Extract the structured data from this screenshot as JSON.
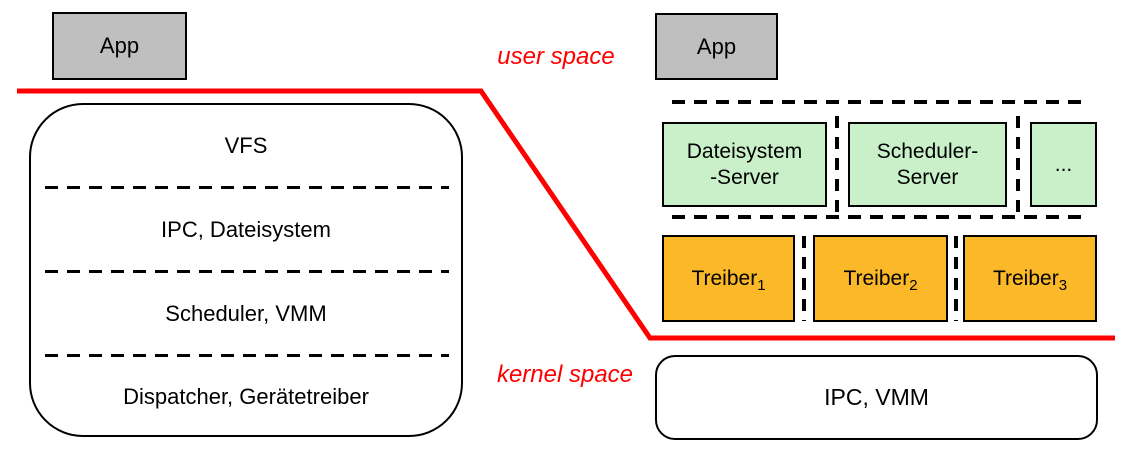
{
  "labels": {
    "user_space": "user space",
    "kernel_space": "kernel space"
  },
  "colors": {
    "boundary_red": "#ff0000",
    "app_gray": "#bfbfbf",
    "server_green": "#c9f0c9",
    "driver_orange": "#fbb829",
    "border_black": "#000000"
  },
  "monolith": {
    "app_label": "App",
    "layers": [
      "VFS",
      "IPC, Dateisystem",
      "Scheduler, VMM",
      "Dispatcher, Gerätetreiber"
    ]
  },
  "microkernel": {
    "app_label": "App",
    "servers": [
      {
        "line1": "Dateisystem",
        "line2": "-Server"
      },
      {
        "line1": "Scheduler-",
        "line2": "Server"
      },
      {
        "line1": "..."
      }
    ],
    "drivers": [
      {
        "base": "Treiber",
        "sub": "1"
      },
      {
        "base": "Treiber",
        "sub": "2"
      },
      {
        "base": "Treiber",
        "sub": "3"
      }
    ],
    "kernel_label": "IPC, VMM"
  }
}
